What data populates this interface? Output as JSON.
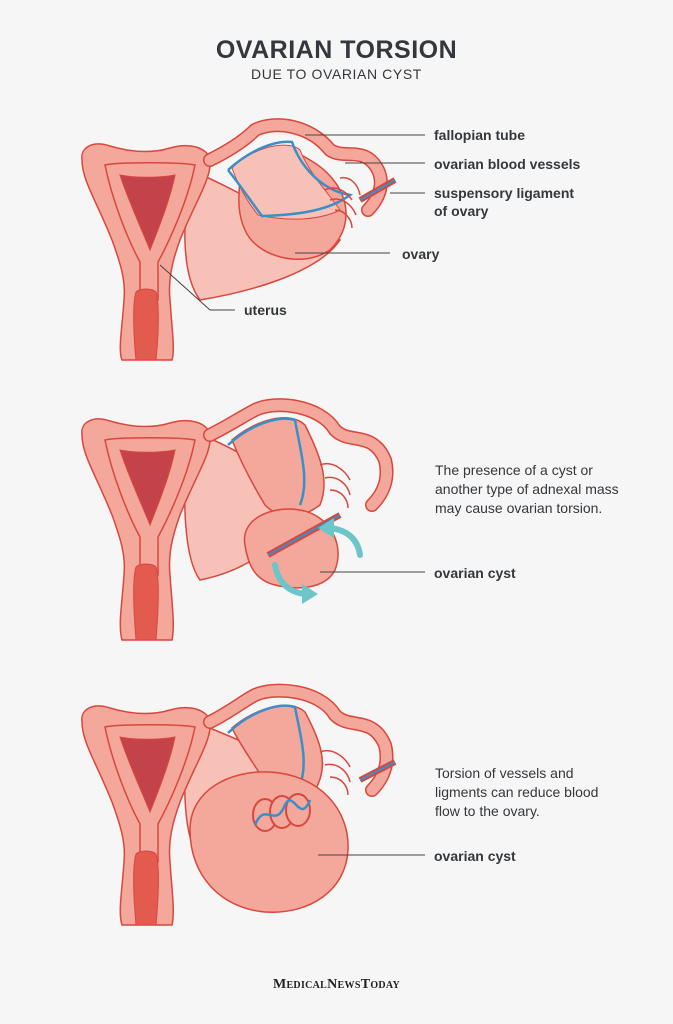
{
  "header": {
    "title": "OVARIAN TORSION",
    "subtitle": "DUE TO OVARIAN CYST"
  },
  "panel1": {
    "labels": {
      "fallopian_tube": "fallopian tube",
      "ovarian_blood_vessels": "ovarian blood vessels",
      "suspensory_ligament_line1": "suspensory ligament",
      "suspensory_ligament_line2": "of ovary",
      "ovary": "ovary",
      "uterus": "uterus"
    }
  },
  "panel2": {
    "description": "The presence of a cyst or another type of adnexal mass may cause ovarian torsion.",
    "label": "ovarian cyst"
  },
  "panel3": {
    "description": "Torsion of vessels and ligments can reduce blood flow to the ovary.",
    "label": "ovarian cyst"
  },
  "footer": {
    "brand": "MedicalNewsToday"
  },
  "colors": {
    "background": "#f6f6f6",
    "tissue": "#f4a79b",
    "tissue_light": "#f8c1b8",
    "outline": "#d9473d",
    "uterus_inner": "#c4434a",
    "cervix": "#e35a4f",
    "vessel_blue": "#3a8fc9",
    "arrow_teal": "#6cc6c9",
    "leader_line": "#444444"
  }
}
